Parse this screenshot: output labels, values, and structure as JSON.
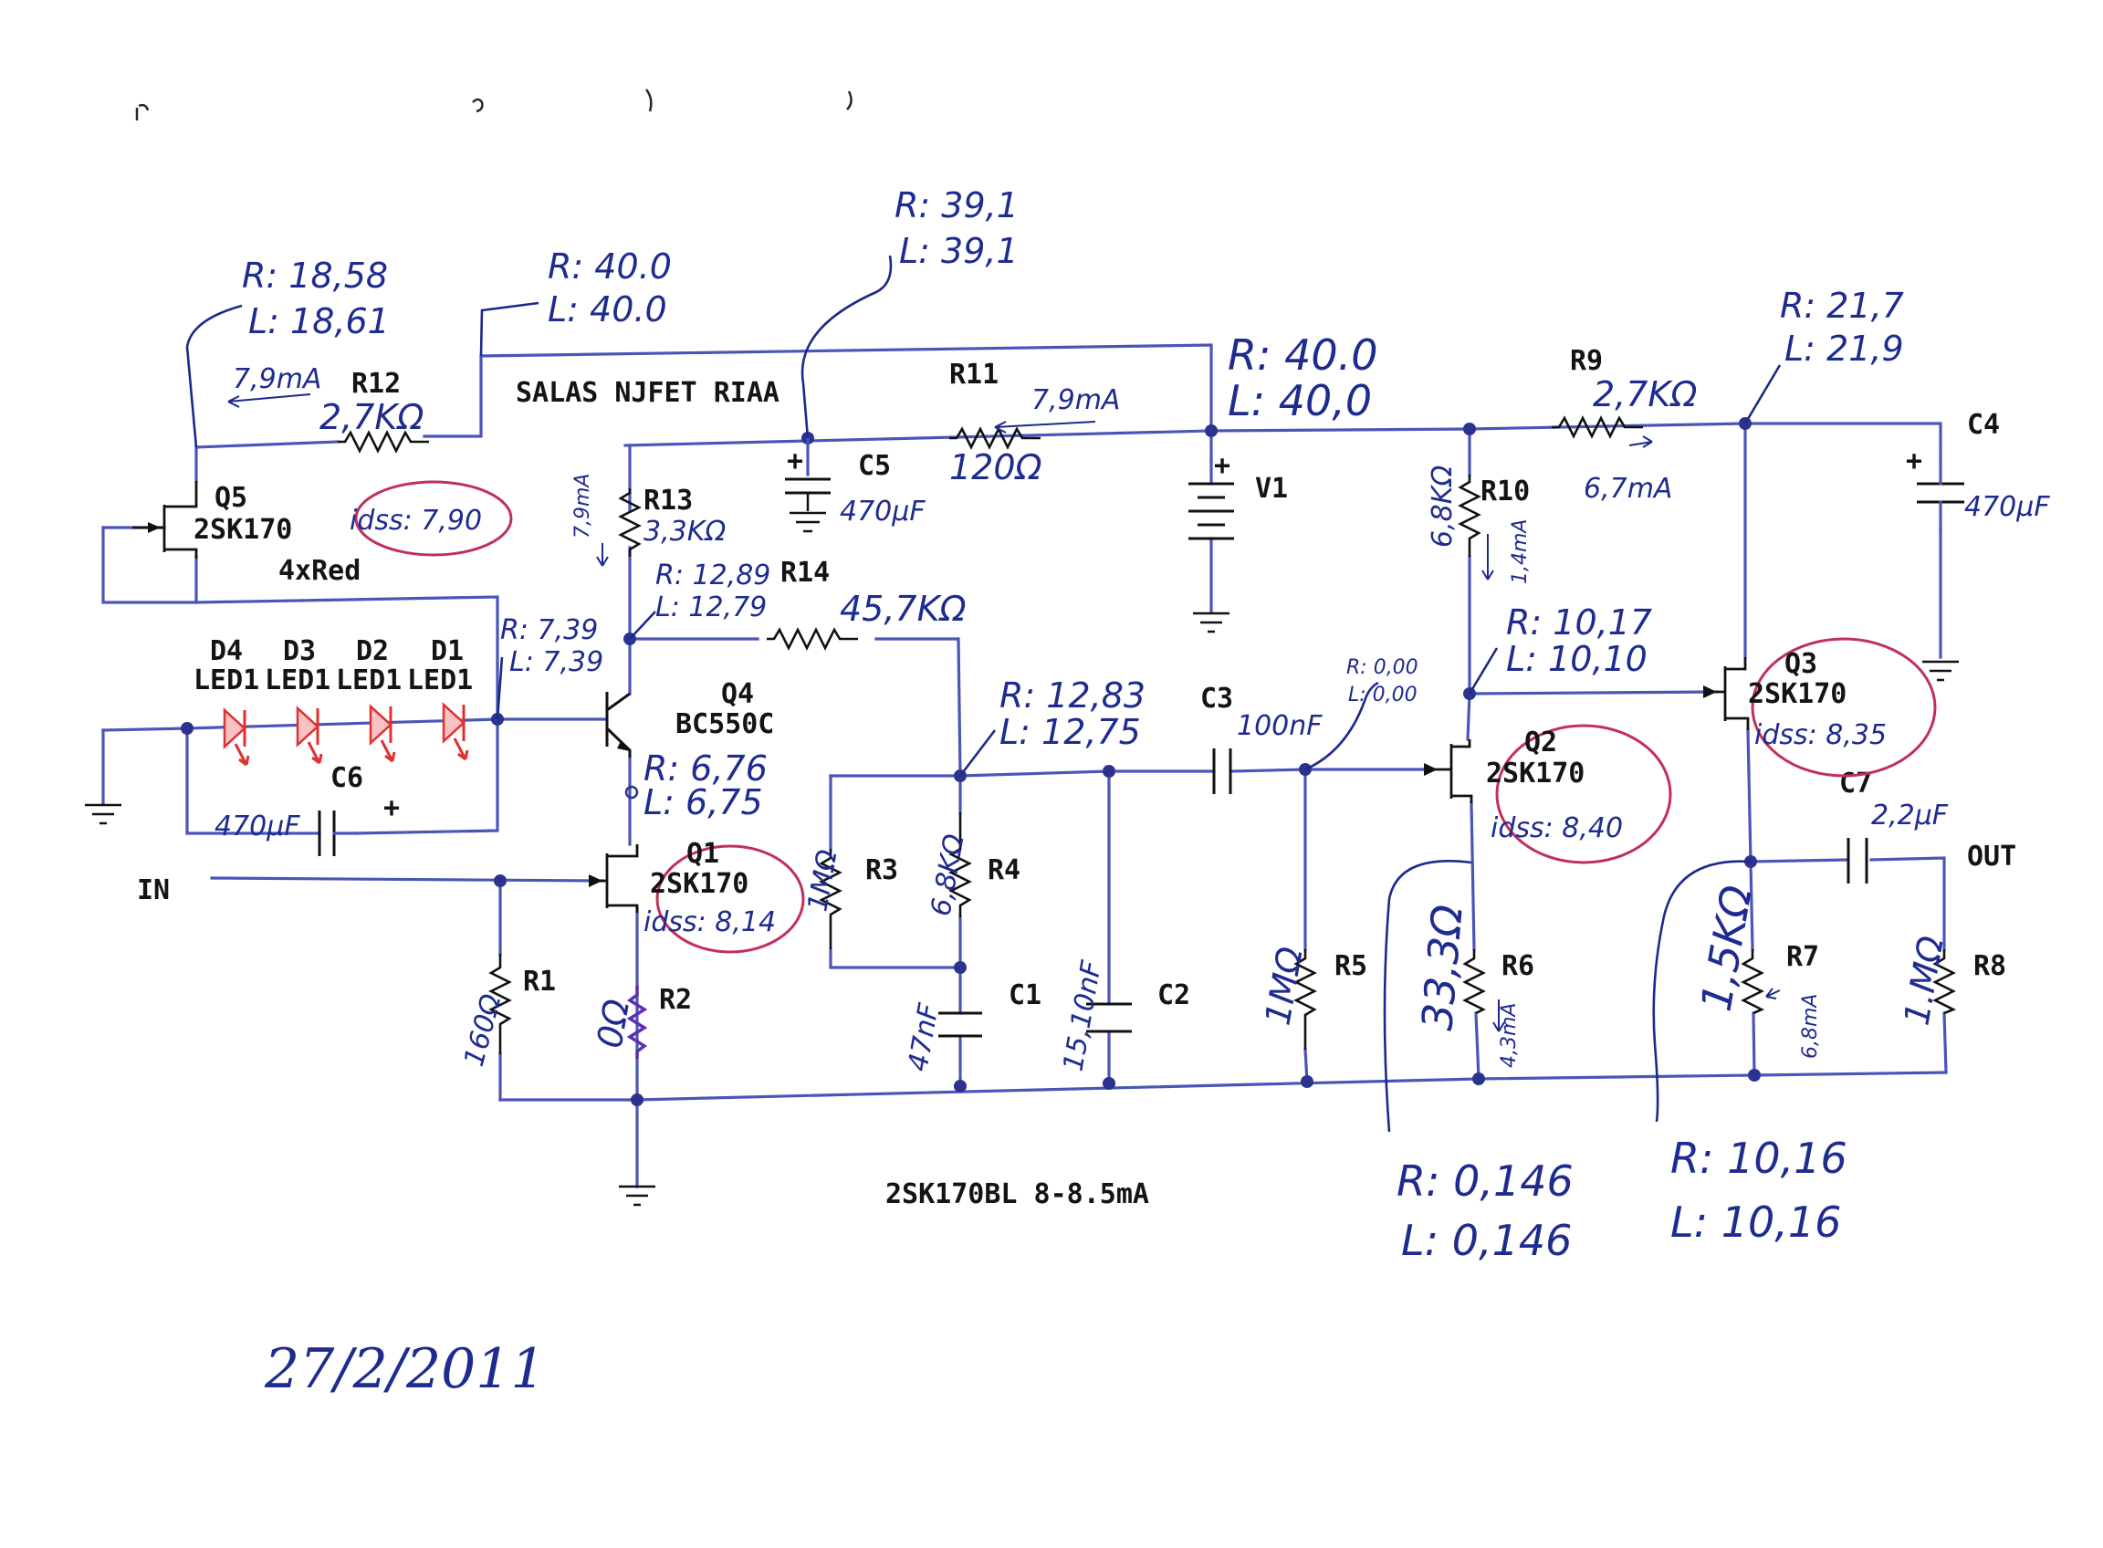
{
  "title": "SALAS NJFET RIAA",
  "footnote": "2SK170BL 8-8.5mA",
  "date": "27/2/2011",
  "labels": {
    "in": "IN",
    "out": "OUT",
    "v1": "V1",
    "gnd": "",
    "four_red": "4xRed"
  },
  "transistors": {
    "q1": {
      "ref": "Q1",
      "part": "2SK170",
      "idss": "idss: 8,14"
    },
    "q2": {
      "ref": "Q2",
      "part": "2SK170",
      "idss": "idss: 8,40"
    },
    "q3": {
      "ref": "Q3",
      "part": "2SK170",
      "idss": "idss: 8,35"
    },
    "q4": {
      "ref": "Q4",
      "part": "BC550C"
    },
    "q5": {
      "ref": "Q5",
      "part": "2SK170",
      "idss": "idss: 7,90"
    }
  },
  "resistors": {
    "r1": {
      "ref": "R1",
      "value": "160Ω"
    },
    "r2": {
      "ref": "R2",
      "value": "0Ω"
    },
    "r3": {
      "ref": "R3",
      "value": "1MΩ"
    },
    "r4": {
      "ref": "R4",
      "value": "6,8KΩ"
    },
    "r5": {
      "ref": "R5",
      "value": "1MΩ"
    },
    "r6": {
      "ref": "R6",
      "value": "33,3Ω"
    },
    "r7": {
      "ref": "R7",
      "value": "1,5KΩ"
    },
    "r8": {
      "ref": "R8",
      "value": "1.MΩ"
    },
    "r9": {
      "ref": "R9",
      "value": "2,7KΩ"
    },
    "r10": {
      "ref": "R10",
      "value": "6,8KΩ"
    },
    "r11": {
      "ref": "R11",
      "value": "120Ω"
    },
    "r12": {
      "ref": "R12",
      "value": "2,7KΩ"
    },
    "r13": {
      "ref": "R13",
      "value": "3,3KΩ"
    },
    "r14": {
      "ref": "R14",
      "value": "45,7KΩ"
    }
  },
  "capacitors": {
    "c1": {
      "ref": "C1",
      "value": "47nF"
    },
    "c2": {
      "ref": "C2",
      "value": "15,10nF"
    },
    "c3": {
      "ref": "C3",
      "value": "100nF"
    },
    "c4": {
      "ref": "C4",
      "value": "470μF"
    },
    "c5": {
      "ref": "C5",
      "value": "470μF"
    },
    "c6": {
      "ref": "C6",
      "value": "470μF"
    },
    "c7": {
      "ref": "C7",
      "value": "2,2μF"
    }
  },
  "leds": {
    "d1": {
      "ref": "D1",
      "type": "LED1"
    },
    "d2": {
      "ref": "D2",
      "type": "LED1"
    },
    "d3": {
      "ref": "D3",
      "type": "LED1"
    },
    "d4": {
      "ref": "D4",
      "type": "LED1"
    }
  },
  "currents": {
    "r12": "7,9mA",
    "r11": "7,9mA",
    "r13": "7,9mA",
    "r9": "6,7mA",
    "r10": "1,4mA",
    "r6": "4,3mA",
    "r7": "6,8mA"
  },
  "measurements": {
    "q5_drain": {
      "r": "R: 18,58",
      "l": "L: 18,61"
    },
    "r12_top": {
      "r": "R: 40.0",
      "l": "L: 40.0"
    },
    "c5_node": {
      "r": "R: 39,1",
      "l": "L: 39,1"
    },
    "v1_node": {
      "r": "R: 40.0",
      "l": "L: 40,0"
    },
    "q3_drain": {
      "r": "R: 21,7",
      "l": "L: 21,9"
    },
    "q4_col": {
      "r": "R: 12,89",
      "l": "L: 12,79"
    },
    "led_node": {
      "r": "R: 7,39",
      "l": "L: 7,39"
    },
    "q4_emit": {
      "r": "R: 6,76",
      "l": "L: 6,75"
    },
    "r4_node": {
      "r": "R: 12,83",
      "l": "L: 12,75"
    },
    "q2_drain": {
      "r": "R: 10,17",
      "l": "L: 10,10"
    },
    "q2_gate": {
      "r": "R: 0,00",
      "l": "L: 0,00"
    },
    "r6_node": {
      "r": "R: 0,146",
      "l": "L: 0,146"
    },
    "r7_node": {
      "r": "R: 10,16",
      "l": "L: 10,16"
    }
  }
}
